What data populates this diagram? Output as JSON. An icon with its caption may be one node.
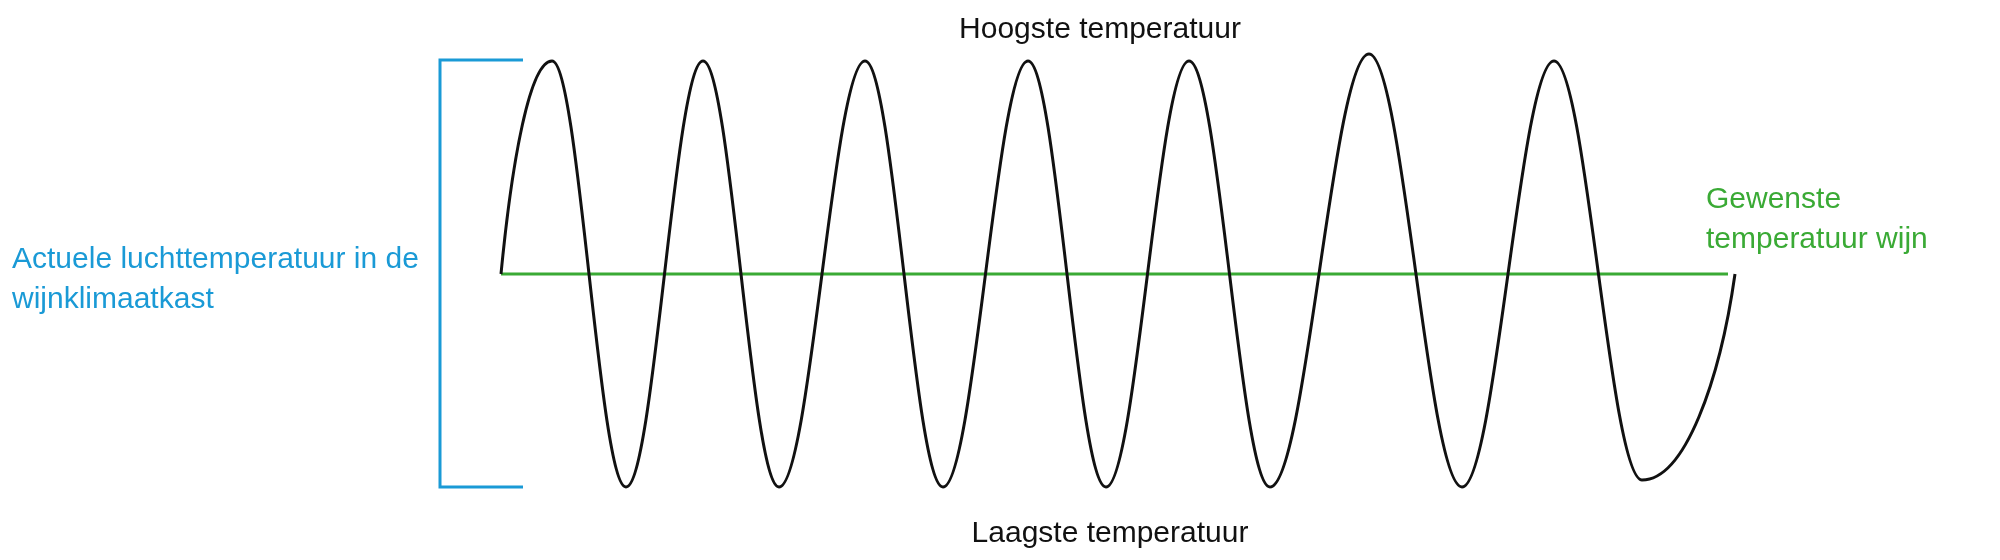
{
  "diagram": {
    "labels": [
      "Hoogste temperatuur",
      "Actuele luchttemperatuur in de wijnklimaatkast",
      "Gewenste temperatuur wijn",
      "Laagste temperatuur"
    ]
  }
}
